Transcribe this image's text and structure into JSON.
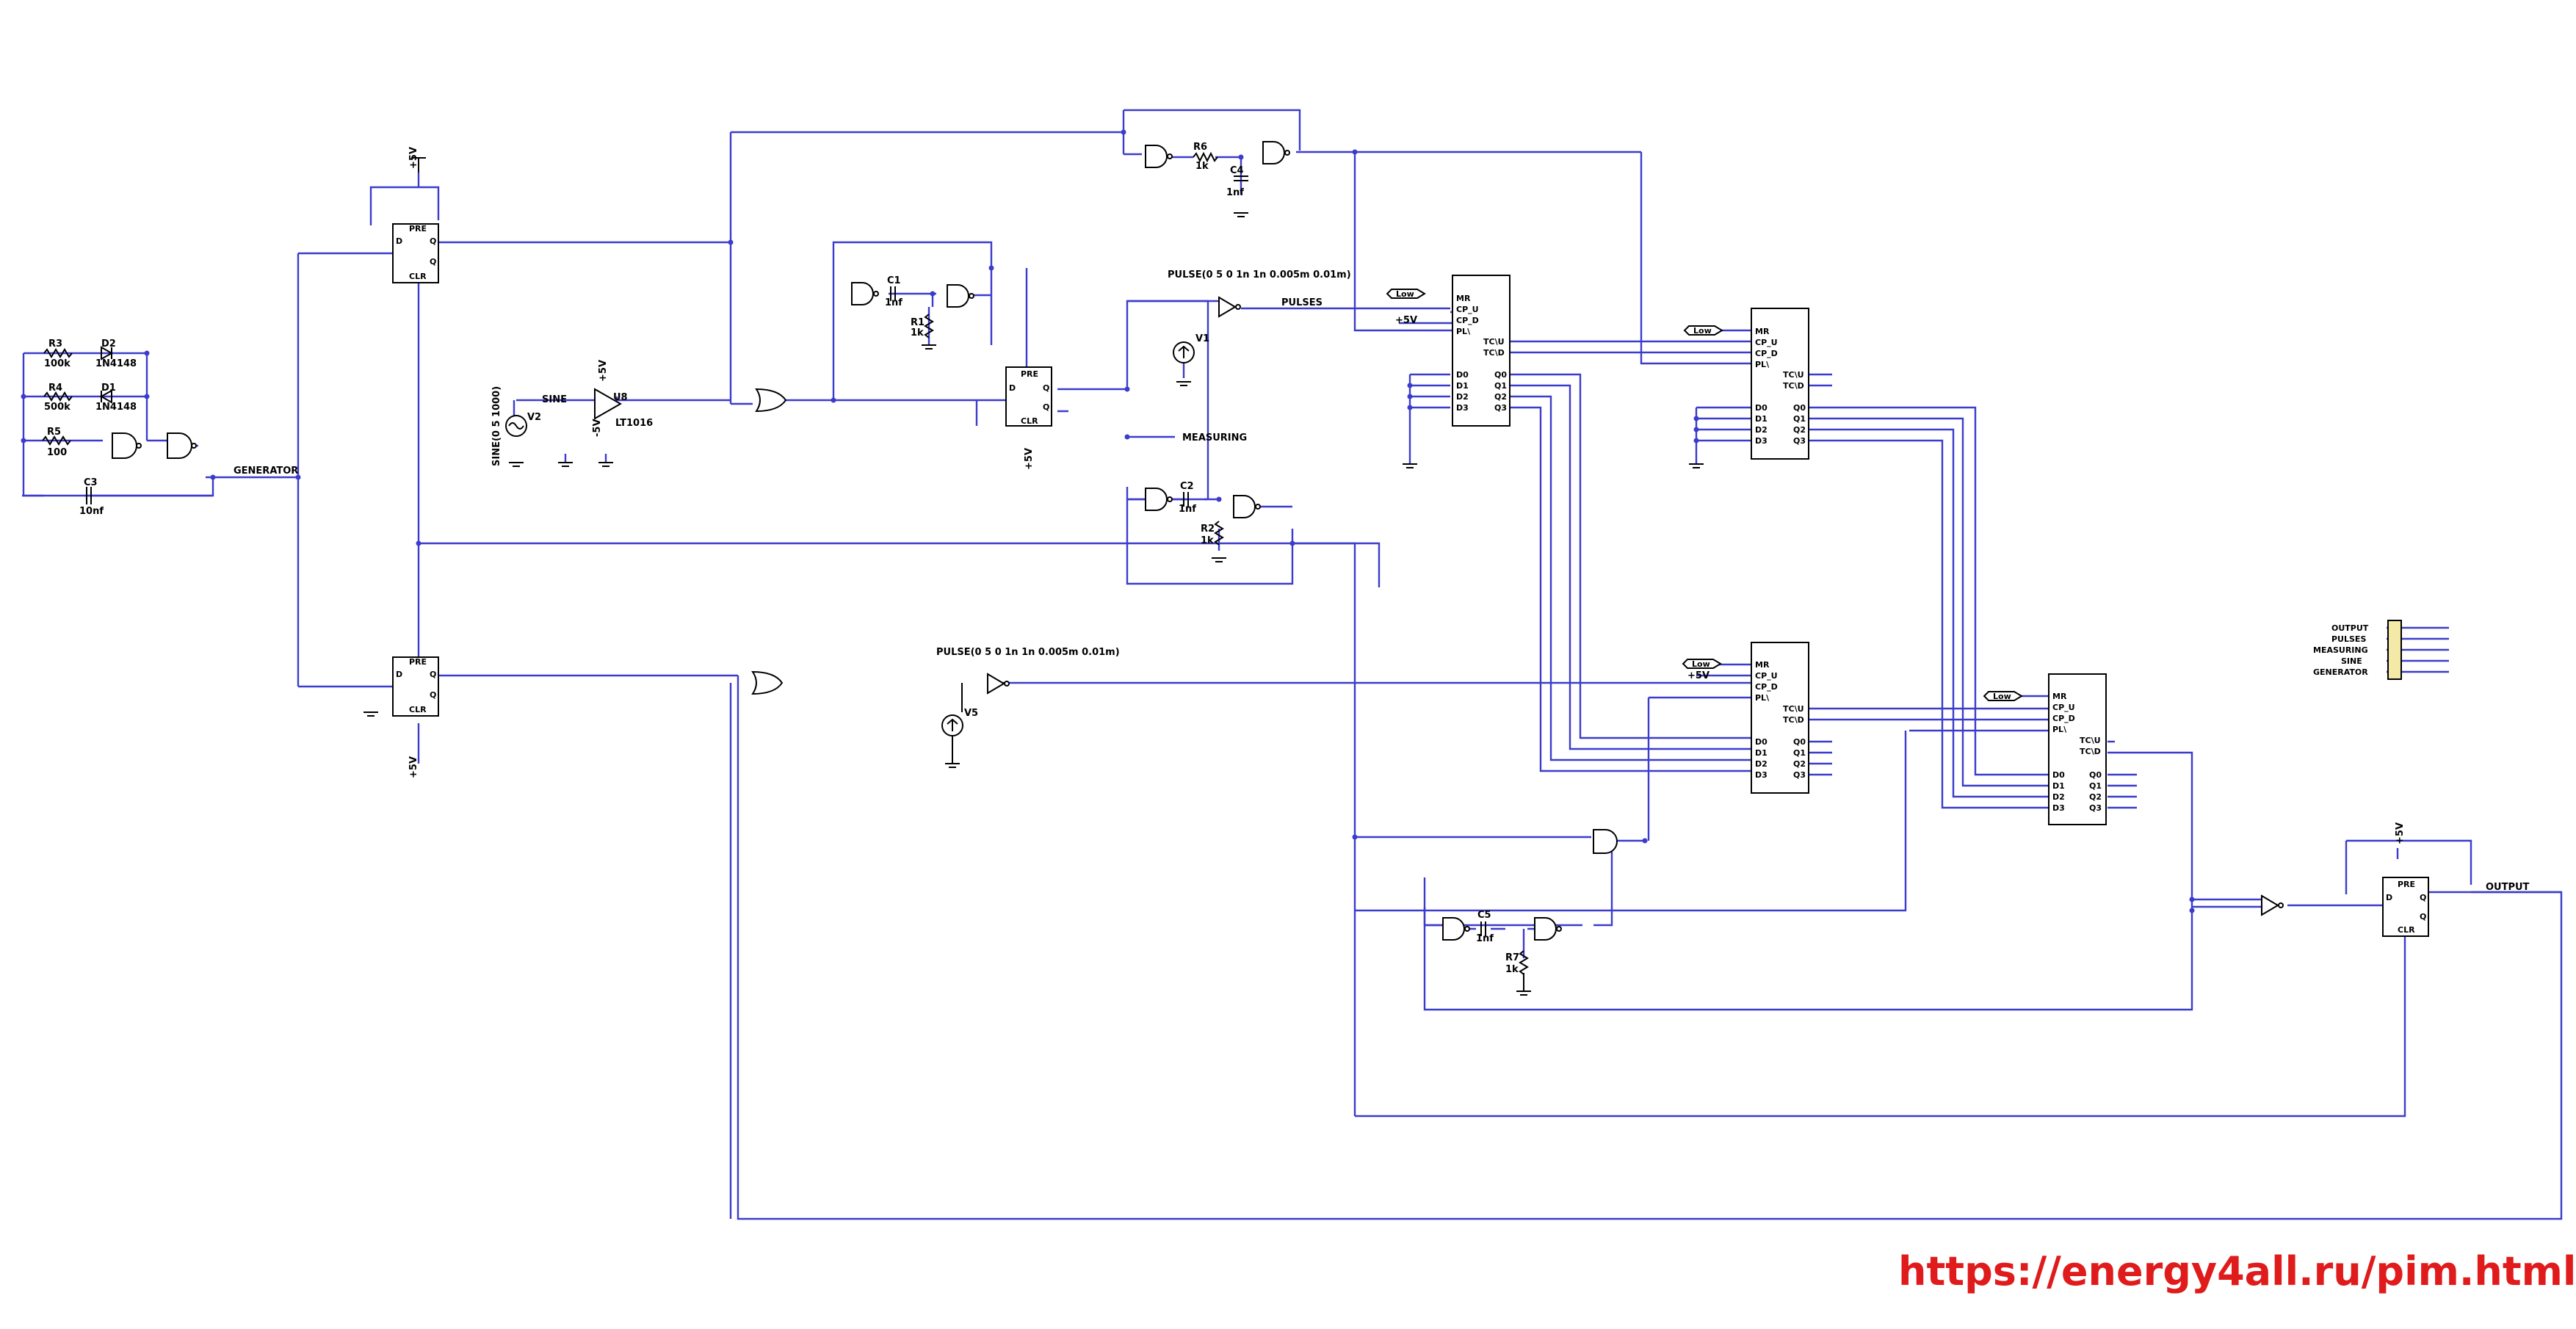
{
  "title_url": "https://energy4all.ru/pim.html",
  "colors": {
    "wire": "#3c3ccc",
    "component": "#000000",
    "url": "#e01b1b"
  },
  "labels": {
    "generator": "GENERATOR",
    "sine": "SINE",
    "pulses": "PULSES",
    "measuring": "MEASURING",
    "output": "OUTPUT",
    "plus5v": "+5V",
    "minus5v": "-5V",
    "low": "Low"
  },
  "sources": {
    "v1_name": "V1",
    "v1_value": "PULSE(0 5 0 1n 1n 0.005m 0.01m)",
    "v2_name": "V2",
    "v2_value": "SINE(0 5 1000)",
    "v5_name": "V5",
    "v5_value": "PULSE(0 5 0 1n 1n 0.005m 0.01m)"
  },
  "opamp": {
    "name": "U8",
    "part": "LT1016"
  },
  "components": {
    "r3": "R3",
    "r3_val": "100k",
    "r4": "R4",
    "r4_val": "500k",
    "r5": "R5",
    "r5_val": "100",
    "d2": "D2",
    "d2_val": "1N4148",
    "d1": "D1",
    "d1_val": "1N4148",
    "c3": "C3",
    "c3_val": "10nf",
    "r1": "R1",
    "r1_val": "1k",
    "c1": "C1",
    "c1_val": "1nf",
    "r6": "R6",
    "r6_val": "1k",
    "c4": "C4",
    "c4_val": "1nf",
    "r2": "R2",
    "r2_val": "1k",
    "c2": "C2",
    "c2_val": "1nf",
    "r7": "R7",
    "r7_val": "1k",
    "c5": "C5",
    "c5_val": "1nf"
  },
  "flipflop_pins": {
    "pre": "PRE",
    "clr": "CLR",
    "d": "D",
    "q": "Q",
    "qn": "Q"
  },
  "counter_pins": {
    "mr": "MR",
    "cpu": "CP_U",
    "cpd": "CP_D",
    "pl": "PL\\",
    "tcu": "TC\\U",
    "tcd": "TC\\D",
    "d0": "D0",
    "d1": "D1",
    "d2": "D2",
    "d3": "D3",
    "q0": "Q0",
    "q1": "Q1",
    "q2": "Q2",
    "q3": "Q3"
  },
  "probe_labels": [
    "OUTPUT",
    "PULSES",
    "MEASURING",
    "SINE",
    "GENERATOR"
  ]
}
